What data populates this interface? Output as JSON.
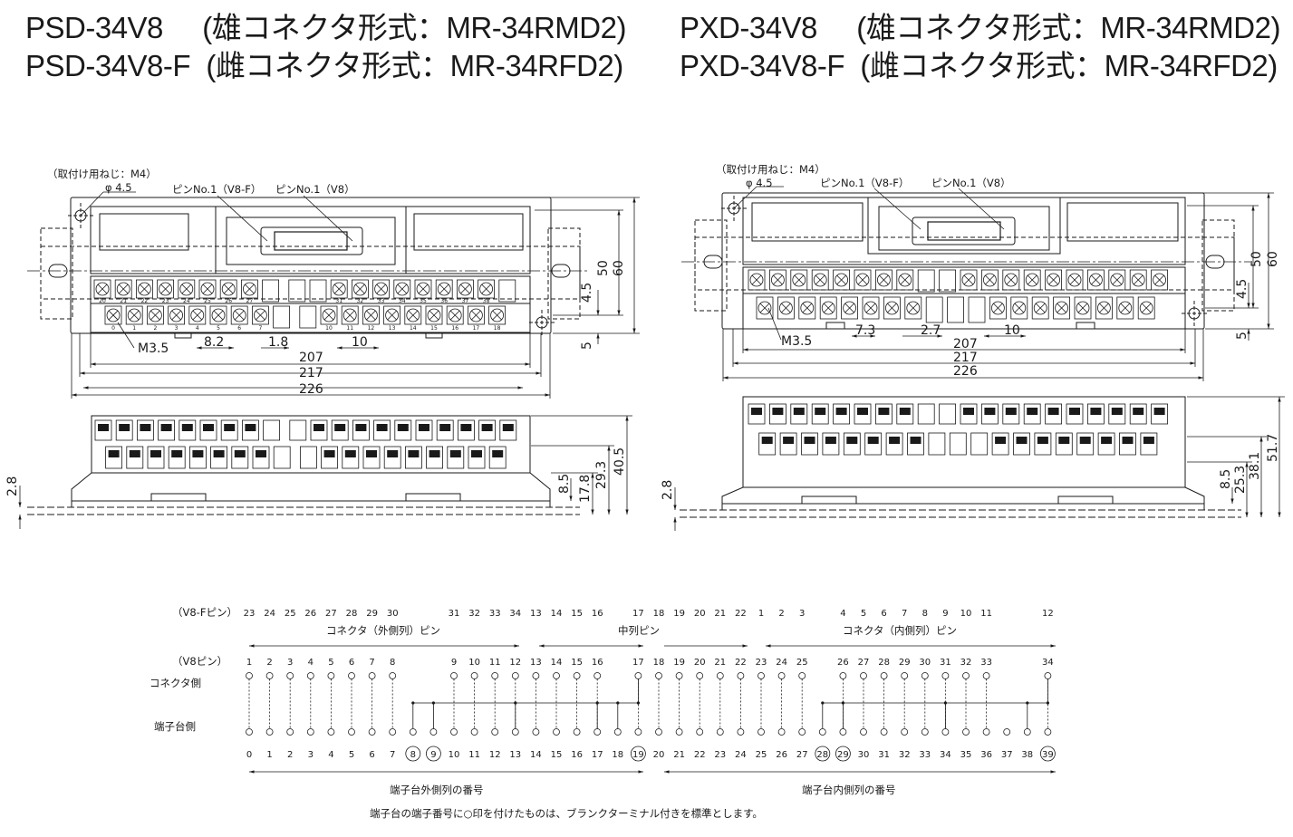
{
  "titles": {
    "psd_1": "PSD-34V8     (雄コネクタ形式：MR-34RMD2)",
    "psd_2": "PSD-34V8-F  (雌コネクタ形式：MR-34RFD2)",
    "pxd_1": "PXD-34V8     (雄コネクタ形式：MR-34RMD2)",
    "pxd_2": "PXD-34V8-F  (雌コネクタ形式：MR-34RFD2)"
  },
  "left_drawing": {
    "mount_screw": "（取付け用ねじ：M4）",
    "hole": "φ 4.5",
    "pin_v8f": "ピンNo.1（V8-F）",
    "pin_v8": "ピンNo.1（V8）",
    "screw": "M3.5",
    "d_pitch": "8.2",
    "d_gap": "1.8",
    "d_10": "10",
    "w_207": "207",
    "w_217": "217",
    "w_226": "226",
    "h_50": "50",
    "h_60": "60",
    "h_45": "4.5",
    "h_5": "5",
    "s_28": "2.8",
    "s_85": "8.5",
    "s_178": "17.8",
    "s_293": "29.3",
    "s_405": "40.5",
    "top_row_nums": [
      "20",
      "21",
      "22",
      "23",
      "24",
      "25",
      "26",
      "27",
      "",
      "",
      "",
      "31",
      "32",
      "33",
      "34",
      "35",
      "36",
      "37",
      "38",
      ""
    ],
    "bot_row_nums": [
      "0",
      "1",
      "2",
      "3",
      "4",
      "5",
      "6",
      "7",
      "",
      "",
      "10",
      "11",
      "12",
      "13",
      "14",
      "15",
      "16",
      "17",
      "18",
      ""
    ]
  },
  "right_drawing": {
    "mount_screw": "（取付け用ねじ：M4）",
    "hole": "φ 4.5",
    "pin_v8f": "ピンNo.1（V8-F）",
    "pin_v8": "ピンNo.1（V8）",
    "screw": "M3.5",
    "d_pitch": "7.3",
    "d_gap": "2.7",
    "d_10": "10",
    "w_207": "207",
    "w_217": "217",
    "w_226": "226",
    "h_50": "50",
    "h_60": "60",
    "h_45": "4.5",
    "h_5": "5",
    "s_28": "2.8",
    "s_85": "8.5",
    "s_253": "25.3",
    "s_381": "38.1",
    "s_517": "51.7"
  },
  "pin_table": {
    "v8f_label": "（V8-Fピン）",
    "v8f_pins": [
      "23",
      "24",
      "25",
      "26",
      "27",
      "28",
      "29",
      "30",
      "",
      "",
      "31",
      "32",
      "33",
      "34",
      "13",
      "14",
      "15",
      "16",
      "",
      "17",
      "18",
      "19",
      "20",
      "21",
      "22",
      "1",
      "2",
      "3",
      "",
      "4",
      "5",
      "6",
      "7",
      "8",
      "9",
      "10",
      "11",
      "",
      "12"
    ],
    "group_outer": "コネクタ（外側列）ピン",
    "group_middle": "中列ピン",
    "group_inner": "コネクタ（内側列）ピン",
    "v8_label": "（V8ピン）",
    "v8_pins": [
      "1",
      "2",
      "3",
      "4",
      "5",
      "6",
      "7",
      "8",
      "",
      "",
      "9",
      "10",
      "11",
      "12",
      "13",
      "14",
      "15",
      "16",
      "",
      "17",
      "18",
      "19",
      "20",
      "21",
      "22",
      "23",
      "24",
      "25",
      "",
      "26",
      "27",
      "28",
      "29",
      "30",
      "31",
      "32",
      "33",
      "",
      "34"
    ],
    "connector_side": "コネクタ側",
    "terminal_side": "端子台側",
    "terminal_numbers": [
      "0",
      "1",
      "2",
      "3",
      "4",
      "5",
      "6",
      "7",
      "8",
      "9",
      "10",
      "11",
      "12",
      "13",
      "14",
      "15",
      "16",
      "17",
      "18",
      "19",
      "20",
      "21",
      "22",
      "23",
      "24",
      "25",
      "26",
      "27",
      "28",
      "29",
      "30",
      "31",
      "32",
      "33",
      "34",
      "35",
      "36",
      "37",
      "38",
      "39"
    ],
    "circled": [
      "8",
      "9",
      "19",
      "28",
      "29",
      "39"
    ],
    "outer_numbers": "端子台外側列の番号",
    "inner_numbers": "端子台内側列の番号",
    "note": "端子台の端子番号に○印を付けたものは、ブランクターミナル付きを標準とします。"
  }
}
